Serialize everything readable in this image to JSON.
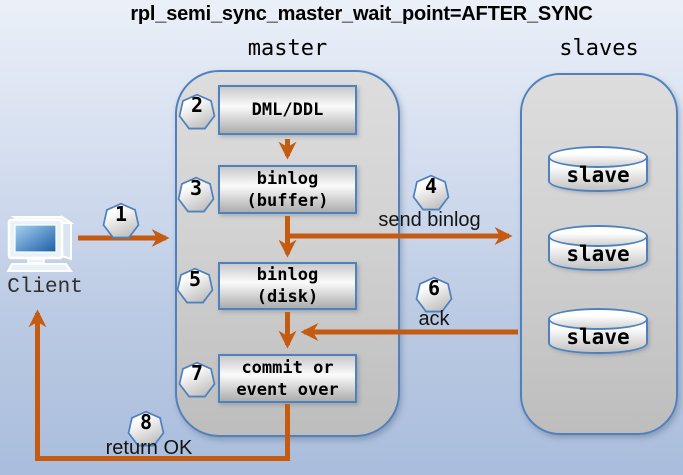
{
  "title": "rpl_semi_sync_master_wait_point=AFTER_SYNC",
  "groups": {
    "master_label": "master",
    "slaves_label": "slaves"
  },
  "client_label": "Client",
  "flow_boxes": [
    {
      "id": "dml-ddl",
      "lines": [
        "DML/DDL",
        ""
      ]
    },
    {
      "id": "binlog-buffer",
      "lines": [
        "binlog",
        "(buffer)"
      ]
    },
    {
      "id": "binlog-disk",
      "lines": [
        "binlog",
        "(disk)"
      ]
    },
    {
      "id": "commit",
      "lines": [
        "commit or",
        "event over"
      ]
    }
  ],
  "slave_nodes": [
    {
      "label": "slave"
    },
    {
      "label": "slave"
    },
    {
      "label": "slave"
    }
  ],
  "steps": [
    {
      "num": "1"
    },
    {
      "num": "2"
    },
    {
      "num": "3"
    },
    {
      "num": "4"
    },
    {
      "num": "5"
    },
    {
      "num": "6"
    },
    {
      "num": "7"
    },
    {
      "num": "8"
    }
  ],
  "edge_labels": {
    "send_binlog": "send binlog",
    "ack": "ack",
    "return_ok": "return OK"
  },
  "colors": {
    "arrow_orange": "#C55A11",
    "border_blue": "#4F81BD",
    "background_top": "#EBF0F8",
    "background_bottom": "#A9BDDC",
    "screen_blue": "#1B5EA6"
  }
}
